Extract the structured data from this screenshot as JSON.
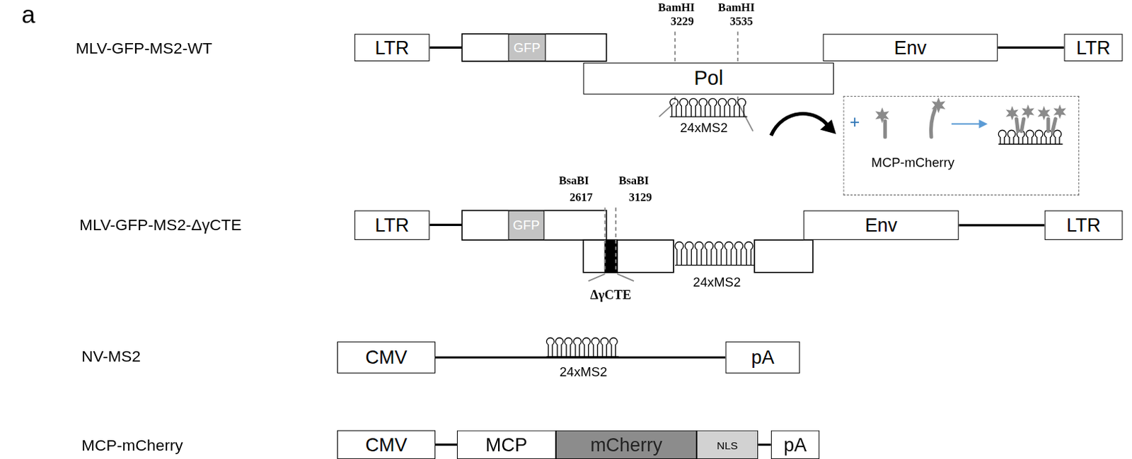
{
  "diagram": {
    "nodes": [
      {
        "text": [
          "LTR"
        ]
      },
      {
        "text": [
          "GFP"
        ]
      },
      {
        "text": [
          "Pol"
        ]
      },
      {
        "text": [
          "Env"
        ]
      },
      {
        "text": [
          "LTR"
        ]
      },
      {
        "text": [
          "+",
          "MCP-mCherry"
        ]
      },
      {
        "text": [
          "LTR"
        ]
      },
      {
        "text": [
          "GFP"
        ]
      },
      {
        "text": [
          "Env"
        ]
      },
      {
        "text": [
          "LTR"
        ]
      },
      {
        "text": [
          "CMV"
        ]
      },
      {
        "text": [
          "pA"
        ]
      },
      {
        "text": [
          "CMV"
        ]
      },
      {
        "text": [
          "MCP"
        ]
      },
      {
        "text": [
          "mCherry"
        ]
      },
      {
        "text": [
          "NLS"
        ]
      },
      {
        "text": [
          "pA"
        ]
      }
    ],
    "edges": [
      {
        "from": 3,
        "to": 4,
        "arrow": "none"
      },
      {
        "from": 8,
        "to": 9,
        "arrow": "none"
      },
      {
        "from": 10,
        "to": 11,
        "arrow": "none"
      },
      {
        "from": 12,
        "to": 13,
        "arrow": "none"
      },
      {
        "from": 15,
        "to": 16,
        "arrow": "none"
      }
    ],
    "labels": [
      "a",
      "MLV-GFP-MS2-WT",
      "BamHI",
      "3229",
      "BamHI",
      "3535",
      "24xMS2",
      "MLV-GFP-MS2-ΔγCTE",
      "BsaBI",
      "2617",
      "BsaBI",
      "3129",
      "ΔγCTE",
      "24xMS2",
      "NV-MS2",
      "24xMS2",
      "MCP-mCherry"
    ]
  }
}
